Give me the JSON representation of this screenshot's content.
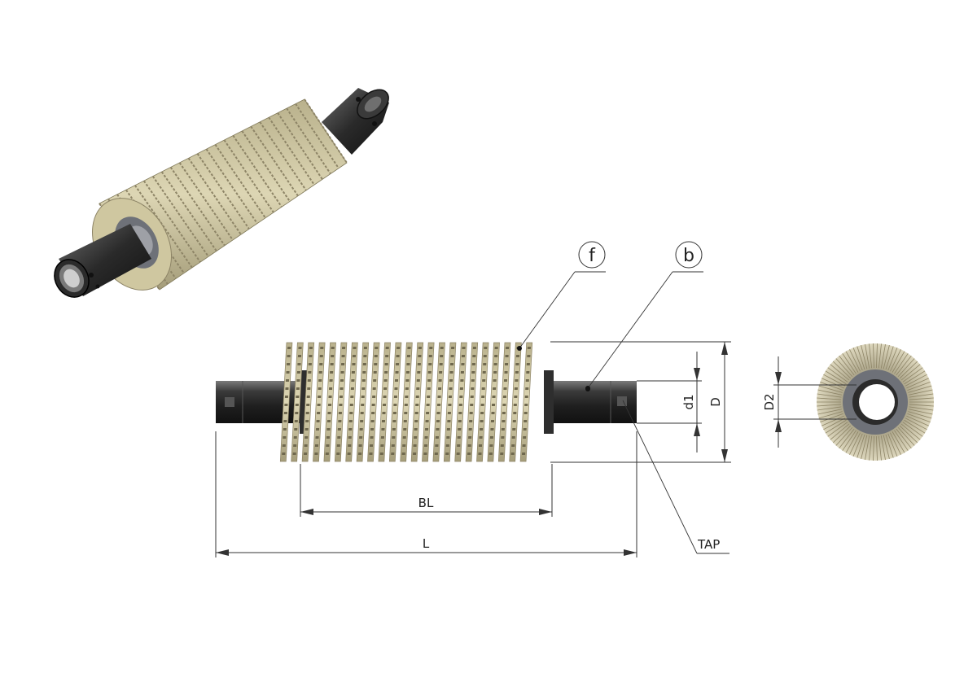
{
  "callouts": {
    "fin": "f",
    "base_tube": "b"
  },
  "dimensions": {
    "overall_length": "L",
    "finned_length": "BL",
    "fin_outer_diameter": "D",
    "tube_outer_diameter": "d1",
    "tube_inner_diameter": "D2",
    "tap": "TAP"
  },
  "colors": {
    "tube": "#2b2b2b",
    "tube_highlight": "#6a6a6a",
    "fin": "#cfc7a0",
    "fin_dark": "#8d8466",
    "collar": "#6e7178",
    "line": "#333333"
  },
  "icons": {
    "iso_view": "finned-tube-isometric-icon",
    "end_view": "finned-tube-end-view-icon"
  }
}
